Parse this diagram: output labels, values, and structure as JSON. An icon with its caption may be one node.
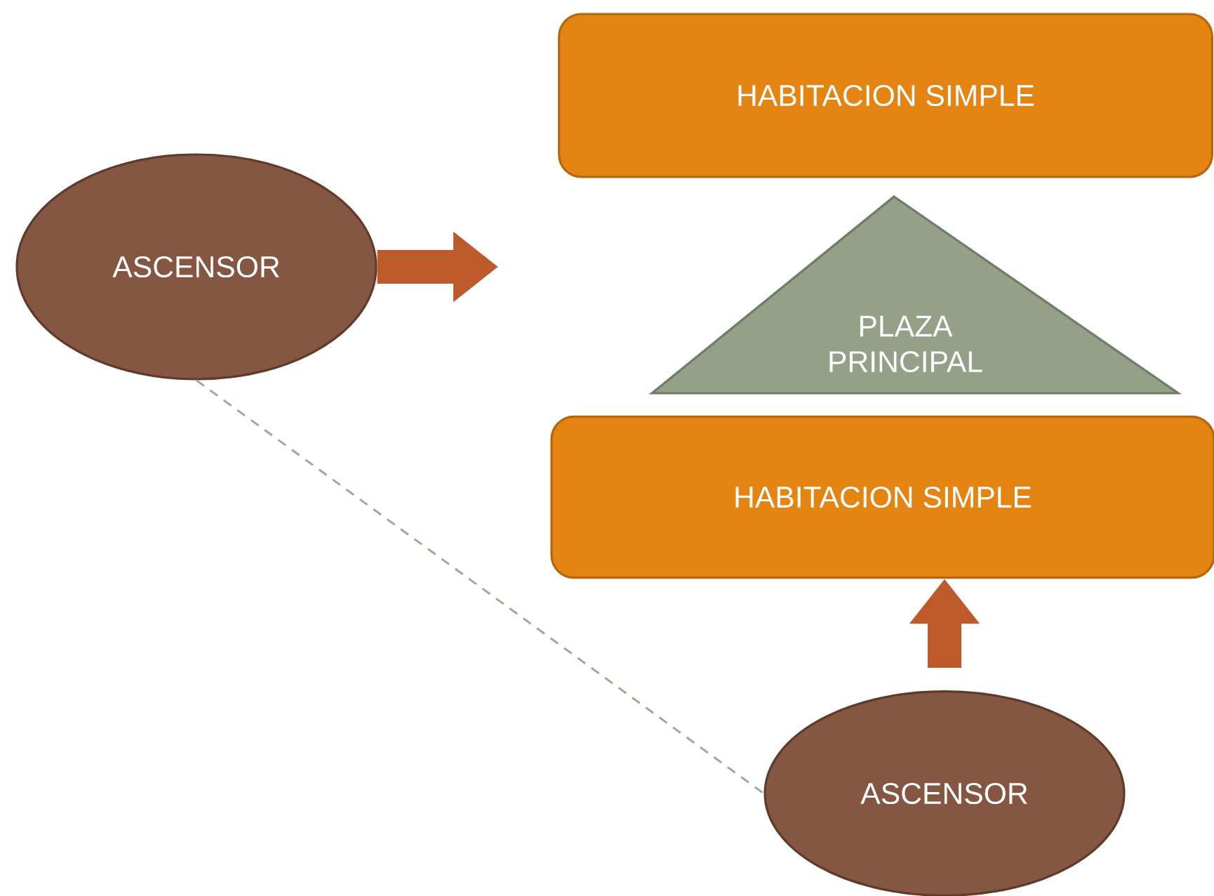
{
  "diagram": {
    "nodes": [
      {
        "text": [
          "HABITACION SIMPLE"
        ]
      },
      {
        "text": [
          "ASCENSOR"
        ]
      },
      {
        "text": [
          "PLAZA PRINCIPAL"
        ]
      },
      {
        "text": [
          "HABITACION SIMPLE"
        ]
      },
      {
        "text": [
          "ASCENSOR"
        ]
      }
    ],
    "edges": [
      {
        "from": 1,
        "to": null,
        "arrow": "to"
      },
      {
        "from": 4,
        "to": 3,
        "arrow": "to"
      },
      {
        "from": 1,
        "to": 4,
        "arrow": "none",
        "style": "dashed",
        "color": "#a3a596"
      }
    ]
  }
}
